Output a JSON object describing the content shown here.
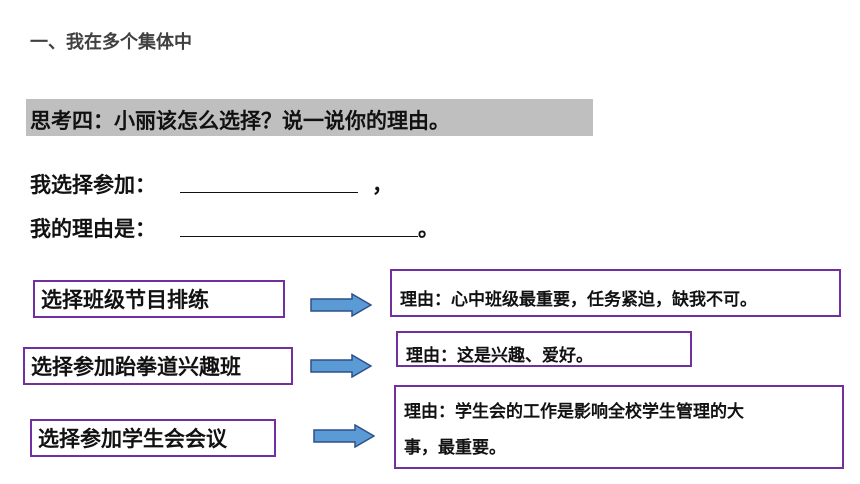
{
  "section_title": "一、我在多个集体中",
  "question": "思考四：小丽该怎么选择？说一说你的理由。",
  "prompts": {
    "choose_label": "我选择参加：",
    "choose_suffix": "，",
    "reason_label": "我的理由是：",
    "reason_suffix": "。"
  },
  "options": [
    {
      "choice": "选择班级节目排练",
      "reason_lines": [
        "理由：心中班级最重要，任务紧迫，缺我不可。"
      ]
    },
    {
      "choice": "选择参加跆拳道兴趣班",
      "reason_lines": [
        "理由：这是兴趣、爱好。"
      ]
    },
    {
      "choice": "选择参加学生会会议",
      "reason_lines": [
        "理由：学生会的工作是影响全校学生管理的大",
        "事，最重要。"
      ]
    }
  ],
  "colors": {
    "box_border": "#7030a0",
    "arrow_fill": "#5b9bd5",
    "arrow_stroke": "#2e4f8a",
    "question_bar": "#bfbfbf"
  },
  "icons": [
    "right-arrow-icon"
  ]
}
